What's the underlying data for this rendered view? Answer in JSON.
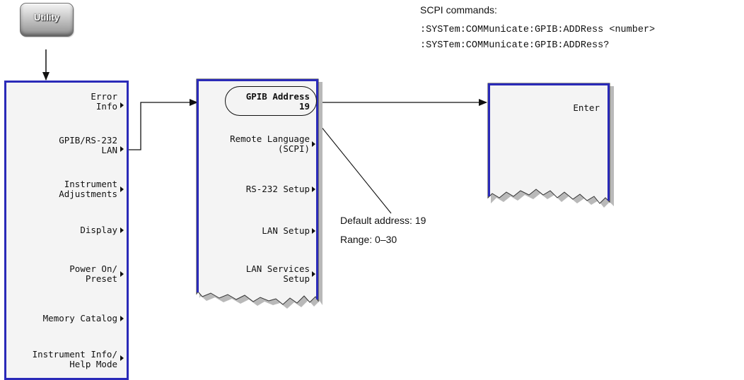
{
  "hardkey": {
    "label": "Utility"
  },
  "utility_menu": {
    "items": [
      {
        "line1": "Error",
        "line2": "Info"
      },
      {
        "line1": "GPIB/RS-232",
        "line2": "LAN"
      },
      {
        "line1": "Instrument",
        "line2": "Adjustments"
      },
      {
        "line1": "",
        "line2": "Display"
      },
      {
        "line1": "Power On/",
        "line2": "Preset"
      },
      {
        "line1": "",
        "line2": "Memory Catalog"
      },
      {
        "line1": "Instrument Info/",
        "line2": "Help Mode"
      }
    ]
  },
  "gpib_menu": {
    "address_label": "GPIB Address",
    "address_value": "19",
    "items": [
      {
        "line1": "Remote Language",
        "line2": "(SCPI)"
      },
      {
        "line1": "",
        "line2": "RS-232 Setup"
      },
      {
        "line1": "",
        "line2": "LAN Setup"
      },
      {
        "line1": "LAN Services",
        "line2": "Setup"
      }
    ]
  },
  "enter_menu": {
    "label": "Enter"
  },
  "scpi": {
    "title": "SCPI commands:",
    "command1": ":SYSTem:COMMunicate:GPIB:ADDRess <number>",
    "command2": ":SYSTem:COMMunicate:GPIB:ADDRess?"
  },
  "annotations": {
    "default_address": "Default address: 19",
    "range": "Range: 0–30"
  }
}
